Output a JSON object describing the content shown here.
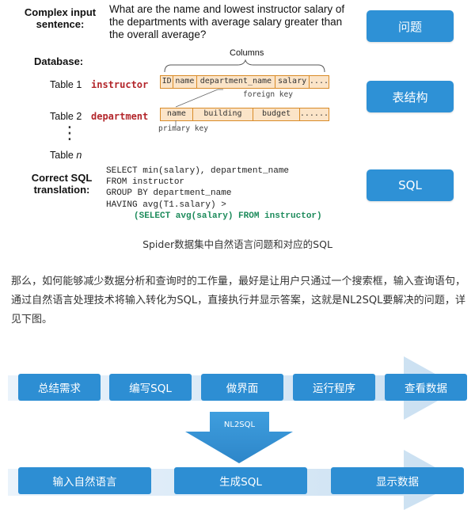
{
  "figure": {
    "complex_label": [
      "Complex input",
      "sentence:"
    ],
    "question": [
      "What are the name and lowest instructor salary of",
      "the departments with average salary greater than",
      "the overall average?"
    ],
    "database_label": "Database:",
    "columns_label": "Columns",
    "tables": [
      {
        "label": "Table 1",
        "name": "instructor",
        "cells": [
          "ID",
          "name",
          "department_name",
          "salary",
          "...."
        ]
      },
      {
        "label": "Table 2",
        "name": "department",
        "cells": [
          "name",
          "building",
          "budget",
          "......"
        ]
      }
    ],
    "vdots": "⋮",
    "table_n_label": "Table ",
    "table_n_italic": "n",
    "foreign_key": "foreign key",
    "primary_key": "primary key",
    "sql_label": [
      "Correct SQL",
      "translation:"
    ],
    "sql_lines": [
      "SELECT min(salary), department_name",
      "FROM instructor",
      "GROUP BY department_name",
      "HAVING avg(T1.salary) >"
    ],
    "sql_subquery": "(SELECT avg(salary) FROM instructor)",
    "side_buttons": [
      "问题",
      "表结构",
      "SQL"
    ],
    "caption": "Spider数据集中自然语言问题和对应的SQL"
  },
  "paragraph": "那么，如何能够减少数据分析和查询时的工作量，最好是让用户只通过一个搜索框，输入查询语句，通过自然语言处理技术将输入转化为SQL，直接执行并显示答案，这就是NL2SQL要解决的问题，详见下图。",
  "flow": {
    "top_steps": [
      "总结需求",
      "编写SQL",
      "做界面",
      "运行程序",
      "查看数据"
    ],
    "arrow_label": "NL2SQL",
    "bottom_steps": [
      "输入自然语言",
      "生成SQL",
      "显示数据"
    ]
  },
  "colors": {
    "accent": "#2e91d6",
    "table_fill": "#fbe4c8",
    "table_border": "#d98b28",
    "table_name": "#b3262b",
    "sql_green": "#1b8a5a"
  }
}
